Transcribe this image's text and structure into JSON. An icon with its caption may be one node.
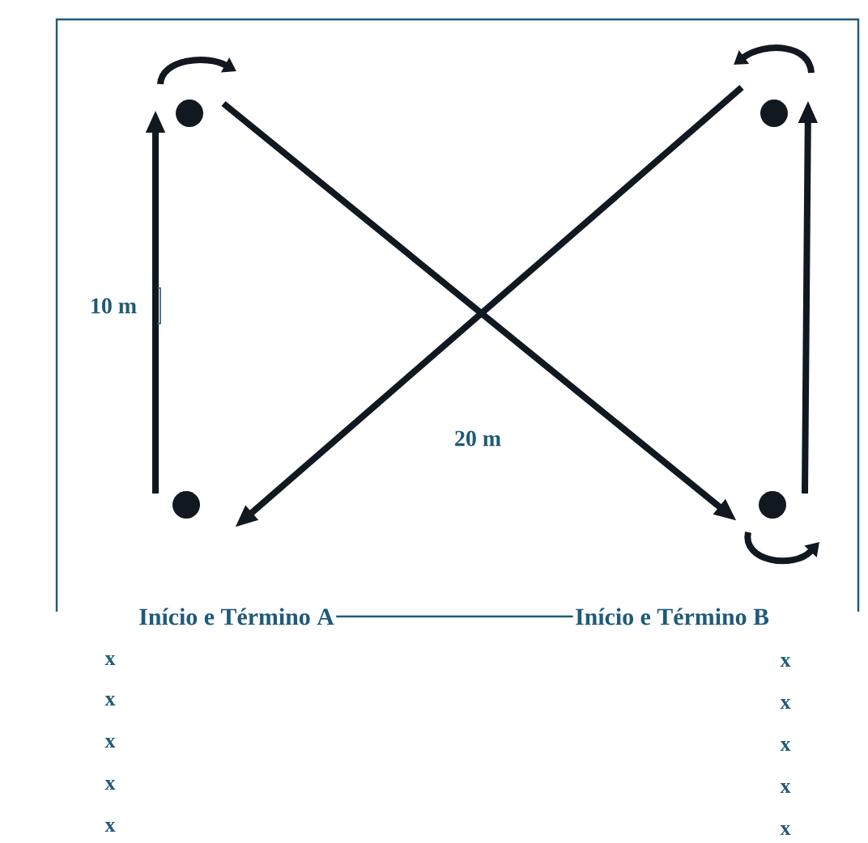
{
  "diagram": {
    "nodes": [
      {
        "text": [],
        "shape": "circle"
      },
      {
        "text": [],
        "shape": "circle"
      },
      {
        "text": [],
        "shape": "circle"
      },
      {
        "text": [],
        "shape": "circle"
      },
      {
        "text": [
          "Início e Término A"
        ]
      },
      {
        "text": [
          "Início e Término B"
        ]
      }
    ],
    "edges": [
      {
        "from": 2,
        "to": 0,
        "arrow": "to"
      },
      {
        "from": 0,
        "to": 3,
        "arrow": "to"
      },
      {
        "from": 3,
        "to": 1,
        "arrow": "to"
      },
      {
        "from": 1,
        "to": 2,
        "arrow": "to"
      },
      {
        "from": 4,
        "to": 5,
        "arrow": "none",
        "color": "#1f5a7a"
      }
    ],
    "labels": [
      "10 m",
      "20 m",
      "x",
      "x",
      "x",
      "x",
      "x",
      "x",
      "x",
      "x",
      "x",
      "x"
    ]
  }
}
